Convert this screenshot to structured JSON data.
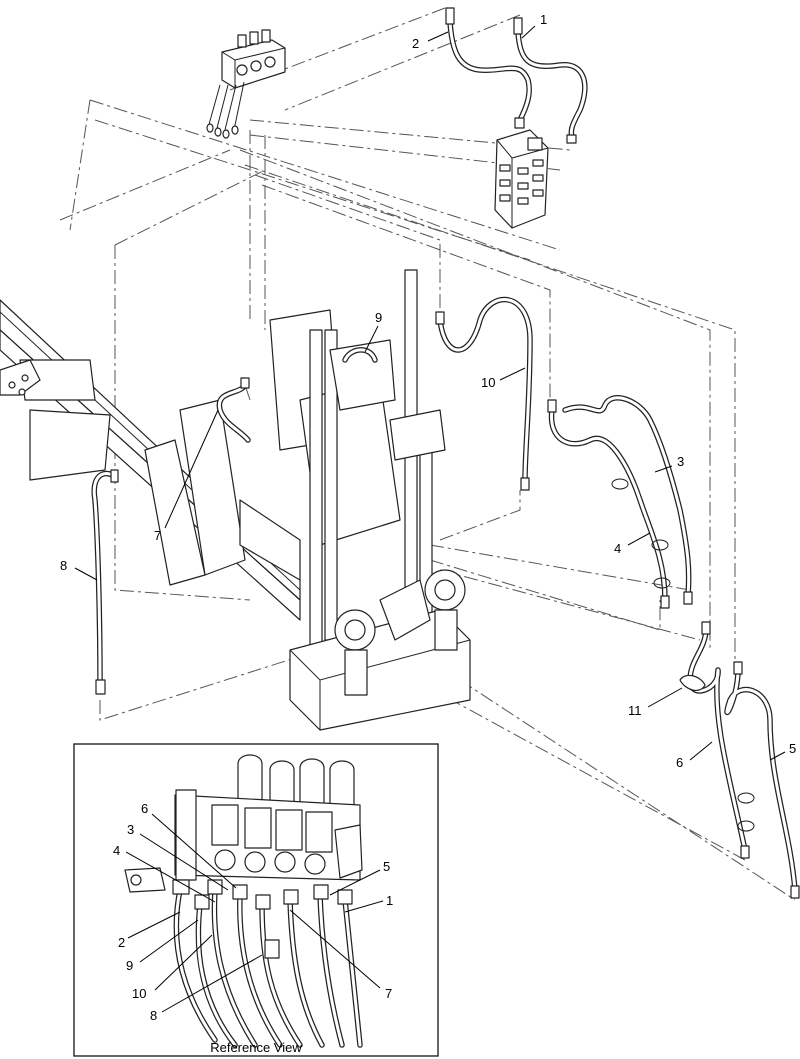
{
  "callouts": [
    {
      "id": "c1",
      "label": "1"
    },
    {
      "id": "c2",
      "label": "2"
    },
    {
      "id": "c9",
      "label": "9"
    },
    {
      "id": "c10",
      "label": "10"
    },
    {
      "id": "c3",
      "label": "3"
    },
    {
      "id": "c4",
      "label": "4"
    },
    {
      "id": "c7",
      "label": "7"
    },
    {
      "id": "c8",
      "label": "8"
    },
    {
      "id": "c11",
      "label": "11"
    },
    {
      "id": "c6",
      "label": "6"
    },
    {
      "id": "c5",
      "label": "5"
    }
  ],
  "reference_view": {
    "caption": "Reference View",
    "callouts": [
      {
        "id": "r6",
        "label": "6"
      },
      {
        "id": "r3",
        "label": "3"
      },
      {
        "id": "r4",
        "label": "4"
      },
      {
        "id": "r5",
        "label": "5"
      },
      {
        "id": "r1",
        "label": "1"
      },
      {
        "id": "r2",
        "label": "2"
      },
      {
        "id": "r9",
        "label": "9"
      },
      {
        "id": "r10",
        "label": "10"
      },
      {
        "id": "r8",
        "label": "8"
      },
      {
        "id": "r7",
        "label": "7"
      }
    ]
  }
}
